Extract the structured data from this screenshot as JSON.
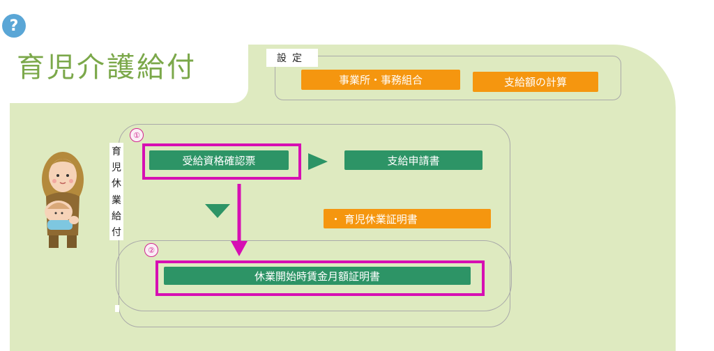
{
  "help": {
    "label": "?"
  },
  "title": "育児介護給付",
  "settings": {
    "label": "設定",
    "buttons": [
      "事業所・事務組合",
      "支給額の計算"
    ]
  },
  "childcare": {
    "vertical_label": [
      "育",
      "児",
      "休",
      "業",
      "給",
      "付"
    ],
    "step1": {
      "marker": "①",
      "label": "受給資格確認票"
    },
    "next": {
      "label": "支給申請書"
    },
    "certificate": {
      "label": "・ 育児休業証明書"
    },
    "step2": {
      "marker": "②",
      "label": "休業開始時賃金月額証明書"
    }
  },
  "colors": {
    "panel": "#deeac0",
    "accent_green": "#2d9466",
    "accent_orange": "#f5960f",
    "highlight": "#d60fb3",
    "title": "#7ba84a"
  }
}
